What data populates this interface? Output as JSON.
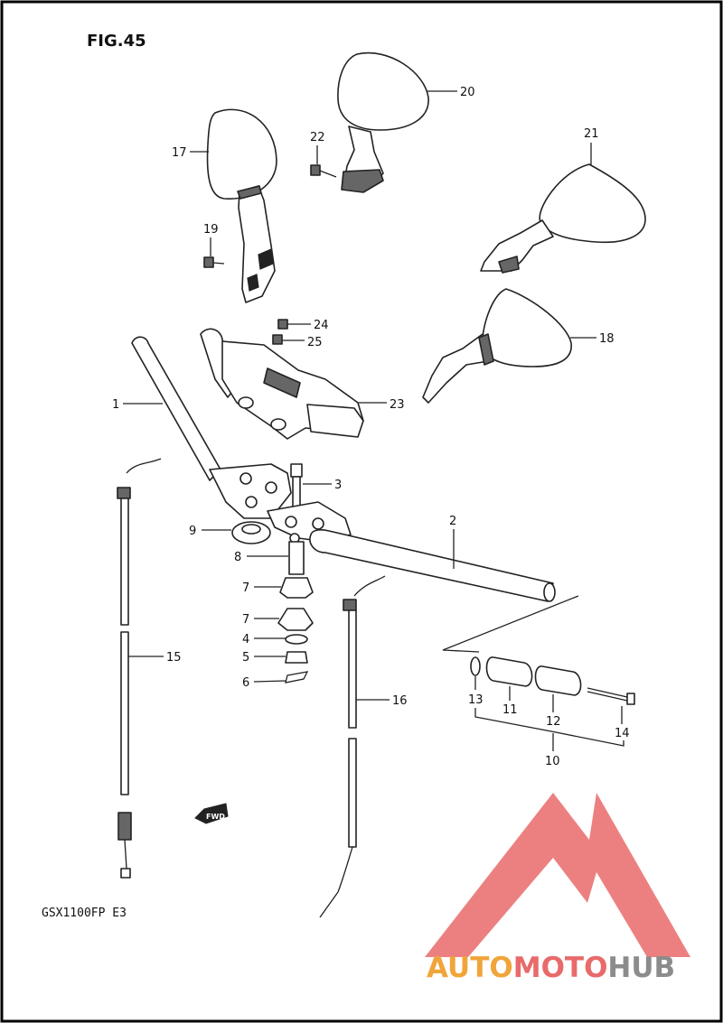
{
  "figure": {
    "title": "FIG.45",
    "model": "GSX1100FP  E3",
    "fwd_marker": "FWD"
  },
  "callouts": {
    "p1": "1",
    "p2": "2",
    "p3": "3",
    "p4": "4",
    "p5": "5",
    "p6": "6",
    "p7a": "7",
    "p7b": "7",
    "p8": "8",
    "p9": "9",
    "p10": "10",
    "p11": "11",
    "p12": "12",
    "p13": "13",
    "p14": "14",
    "p15": "15",
    "p16": "16",
    "p17": "17",
    "p18": "18",
    "p19": "19",
    "p20": "20",
    "p21": "21",
    "p22": "22",
    "p23": "23",
    "p24": "24",
    "p25": "25"
  },
  "watermark": {
    "part1": "AUTO",
    "part2": "MOTO",
    "part3": "HUB",
    "color_primary": "#e96a6a",
    "color_secondary": "#f0a53a",
    "color_tertiary": "#8c8c8c"
  },
  "colors": {
    "ink": "#111111",
    "paper": "#ffffff",
    "border": "#000000"
  }
}
